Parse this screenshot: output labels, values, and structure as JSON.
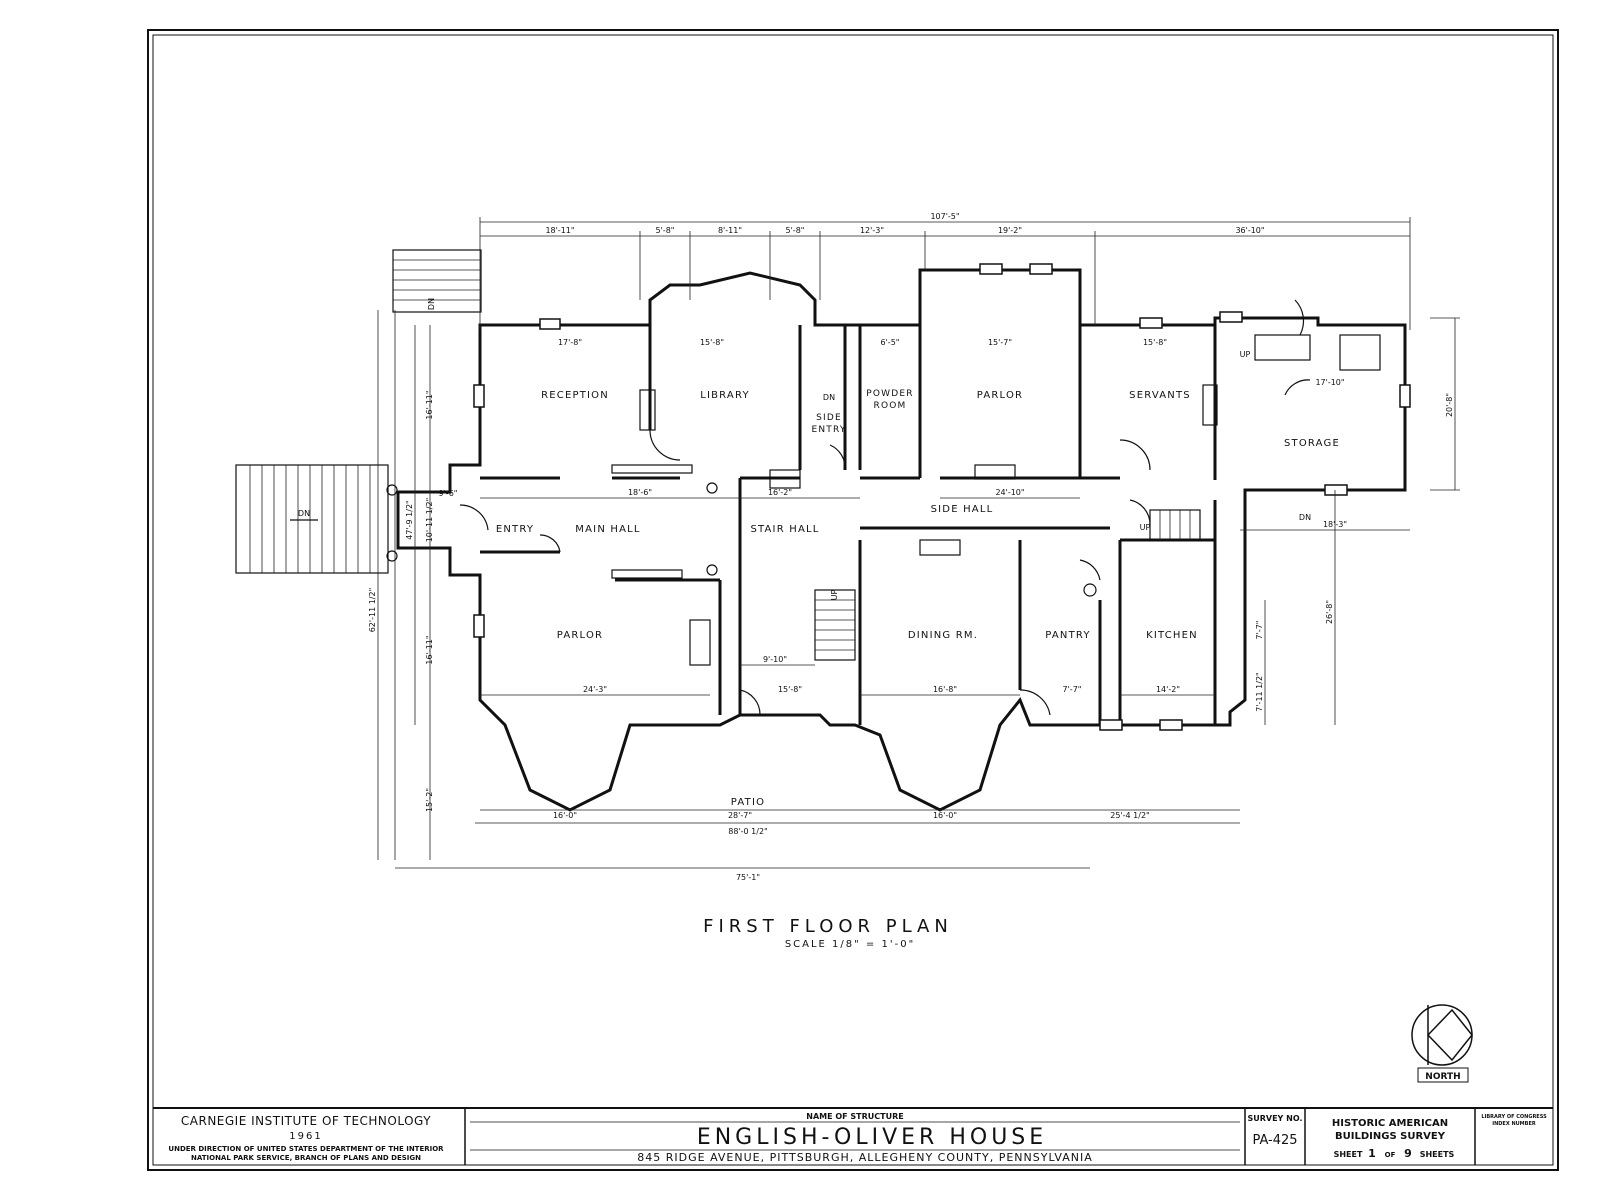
{
  "drawing": {
    "title": "FIRST FLOOR PLAN",
    "scale": "SCALE 1/8\" = 1'-0\"",
    "north_label": "NORTH",
    "patio_label": "PATIO"
  },
  "rooms": {
    "reception": "RECEPTION",
    "library": "LIBRARY",
    "side_entry_1": "SIDE",
    "side_entry_2": "ENTRY",
    "powder_room_1": "POWDER",
    "powder_room_2": "ROOM",
    "parlor_north": "PARLOR",
    "servants": "SERVANTS",
    "storage": "STORAGE",
    "entry": "ENTRY",
    "main_hall": "MAIN HALL",
    "stair_hall": "STAIR HALL",
    "side_hall": "SIDE HALL",
    "parlor_south": "PARLOR",
    "dining": "DINING RM.",
    "pantry": "PANTRY",
    "kitchen": "KITCHEN"
  },
  "markers": {
    "dn_west": "DN",
    "dn_steps": "DN",
    "dn_side": "DN",
    "up_stair": "UP",
    "up_side": "UP",
    "dn_storage": "DN",
    "up_storage": "UP"
  },
  "dimensions": {
    "overall_top": "107'-5\"",
    "top_1": "18'-11\"",
    "top_2": "5'-8\"",
    "top_3": "8'-11\"",
    "top_4": "5'-8\"",
    "top_5": "12'-3\"",
    "top_6": "19'-2\"",
    "top_7": "36'-10\"",
    "reception_w": "17'-8\"",
    "library_w": "15'-8\"",
    "powder_w": "6'-5\"",
    "parlor_n_w": "15'-7\"",
    "servants_w": "15'-8\"",
    "storage_w": "17'-10\"",
    "main_hall_w": "18'-6\"",
    "stair_hall_w": "16'-2\"",
    "side_hall_w": "24'-10\"",
    "entry_w": "9'-6\"",
    "parlor_s_w": "24'-3\"",
    "stair_w": "9'-10\"",
    "stair_hall_s": "15'-8\"",
    "dining_w": "16'-8\"",
    "pantry_w": "7'-7\"",
    "kitchen_w": "14'-2\"",
    "bay_1": "16'-0\"",
    "patio_w": "28'-7\"",
    "bay_2": "16'-0\"",
    "east_w": "25'-4 1/2\"",
    "total_s": "88'-0 1/2\"",
    "total_s2": "75'-1\"",
    "left_1": "16'-11\"",
    "left_2": "10'-11 1/2\"",
    "left_3": "16'-11\"",
    "left_4": "15'-2\"",
    "left_5": "62'-11 1/2\"",
    "left_6": "47'-9 1/2\"",
    "right_1": "20'-8\"",
    "right_2": "26'-8\"",
    "right_3": "7'-7\"",
    "right_4": "7'-11 1/2\"",
    "right_5": "18'-3\""
  },
  "title_block": {
    "institution": "CARNEGIE INSTITUTE OF TECHNOLOGY",
    "year": "1961",
    "direction_1": "UNDER DIRECTION OF UNITED STATES DEPARTMENT OF THE INTERIOR",
    "direction_2": "NATIONAL PARK SERVICE, BRANCH OF PLANS AND DESIGN",
    "name_label": "NAME OF STRUCTURE",
    "structure_name": "ENGLISH-OLIVER HOUSE",
    "address": "845 RIDGE AVENUE, PITTSBURGH, ALLEGHENY COUNTY, PENNSYLVANIA",
    "survey_label": "SURVEY NO.",
    "survey_no": "PA-425",
    "habs_1": "HISTORIC AMERICAN",
    "habs_2": "BUILDINGS SURVEY",
    "sheet_word": "SHEET",
    "sheet_no": "1",
    "of_word": "OF",
    "sheet_total": "9",
    "sheets_word": "SHEETS",
    "loc_1": "LIBRARY OF CONGRESS",
    "loc_2": "INDEX NUMBER"
  }
}
